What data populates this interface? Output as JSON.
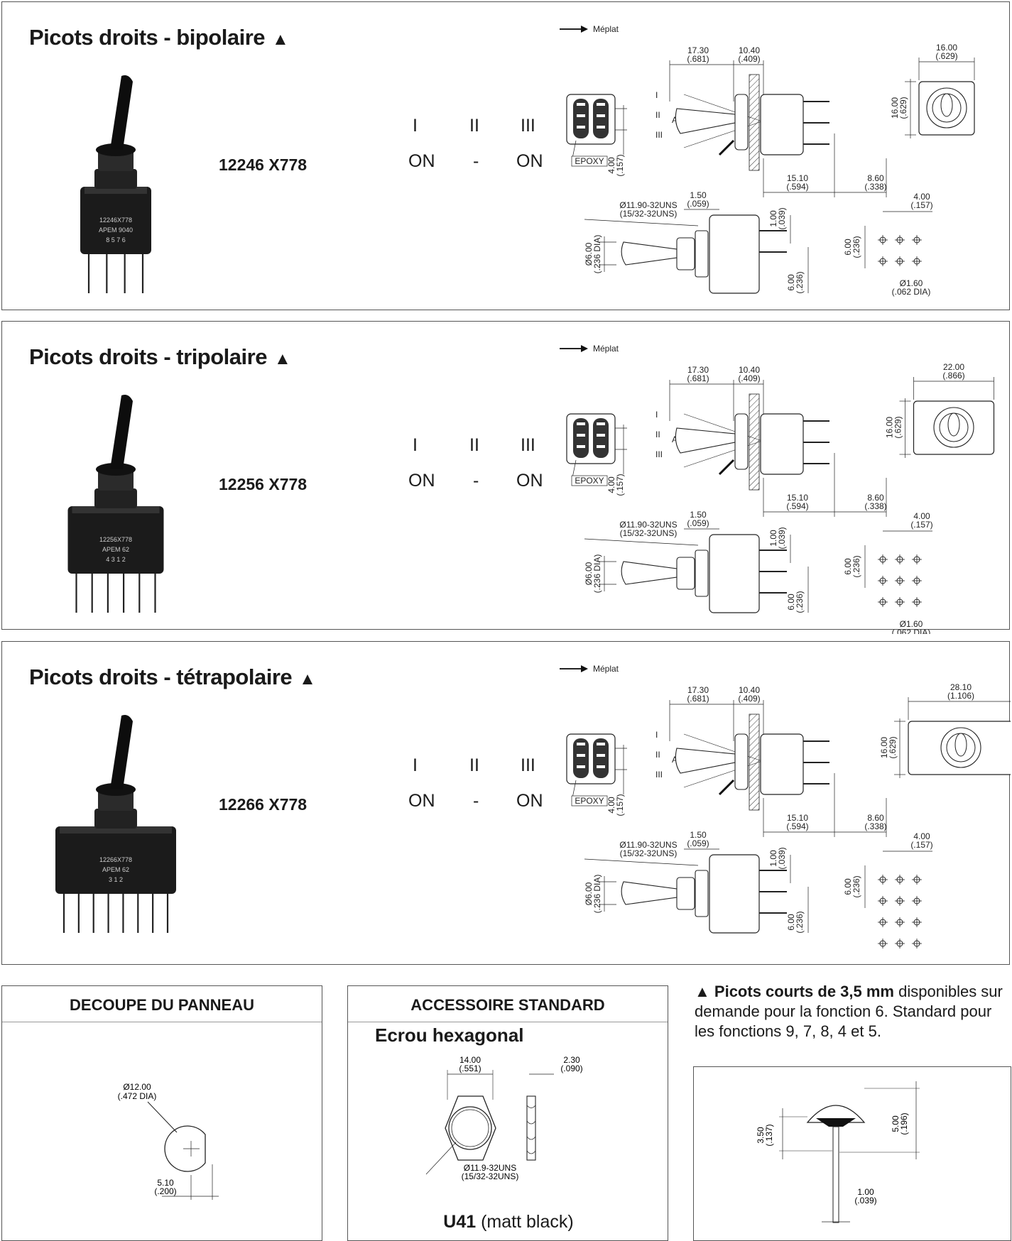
{
  "marker": "▲",
  "arrow_label": "Méplat",
  "positions": [
    "I",
    "II",
    "III"
  ],
  "states": [
    "ON",
    "-",
    "ON"
  ],
  "epoxy": "EPOXY",
  "dims": {
    "d17": "17.30",
    "d17i": "(.681)",
    "d10": "10.40",
    "d10i": "(.409)",
    "d15": "15.10",
    "d15i": "(.594)",
    "d8": "8.60",
    "d8i": "(.338)",
    "d4": "4.00",
    "d4i": "(.157)",
    "d16": "16.00",
    "d16i": "(.629)",
    "thread": "Ø11.90-32UNS",
    "threadi": "(15/32-32UNS)",
    "d150": "1.50",
    "d150i": "(.059)",
    "d1": "1.00",
    "d1i": "(.039)",
    "d6dia": "Ø6.00",
    "d6diai": "(.236 DIA)",
    "d6": "6.00",
    "d6i": "(.236)",
    "pin": "Ø1.60",
    "pini": "(.062 DIA)",
    "pos_labels": [
      "I",
      "II",
      "III",
      "A"
    ]
  },
  "sections": [
    {
      "title": "Picots droits - bipolaire",
      "part": "12246 X778",
      "width": "16.00",
      "width_in": "(.629)",
      "body_marking": [
        "12246X778",
        "APEM 9040",
        "8 5 7 6"
      ]
    },
    {
      "title": "Picots droits - tripolaire",
      "part": "12256 X778",
      "width": "22.00",
      "width_in": "(.866)",
      "body_marking": [
        "12256X778",
        "APEM 62",
        "4 3 1 2"
      ]
    },
    {
      "title": "Picots droits - tétrapolaire",
      "part": "12266 X778",
      "width": "28.10",
      "width_in": "(1.106)",
      "body_marking": [
        "12266X778",
        "APEM 62",
        "3 1 2"
      ]
    }
  ],
  "panel_cutout": {
    "title": "DECOUPE DU PANNEAU",
    "dia": "Ø12.00",
    "dia_in": "(.472 DIA)",
    "flat": "5.10",
    "flat_in": "(.200)"
  },
  "accessory": {
    "title": "ACCESSOIRE STANDARD",
    "subtitle": "Ecrou hexagonal",
    "w": "14.00",
    "w_in": "(.551)",
    "t": "2.30",
    "t_in": "(.090)",
    "thread": "Ø11.9-32UNS",
    "thread_in": "(15/32-32UNS)",
    "code": "U41",
    "finish": "(matt black)"
  },
  "note": {
    "bold": "Picots courts de 3,5 mm",
    "rest": " disponibles sur demande pour la fonction 6. Standard pour les fonctions 9, 7, 8, 4 et 5."
  },
  "short_pin": {
    "h1": "3.50",
    "h1_in": "(.137)",
    "h2": "5.00",
    "h2_in": "(.196)",
    "w": "1.00",
    "w_in": "(.039)"
  }
}
